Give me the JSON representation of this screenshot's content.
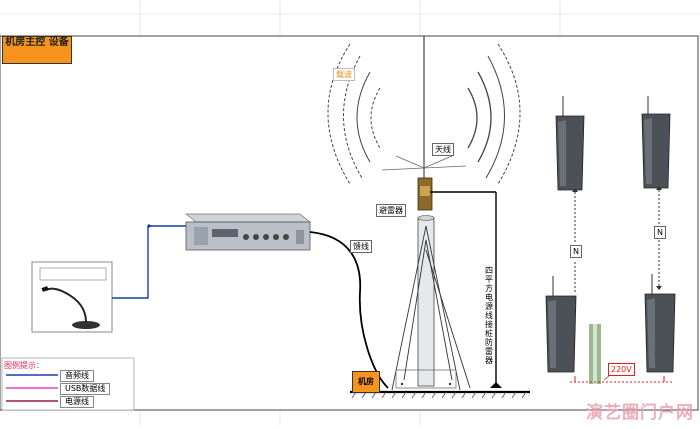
{
  "labels": {
    "machine_room_equipment": "机房主控 设备",
    "signal_waves": "载波",
    "antenna": "天线",
    "lightning_arrester": "避雷器",
    "feeder": "馈线",
    "quad_cable_note": [
      "四",
      "平",
      "方",
      "电",
      "源",
      "线",
      "接",
      "桩",
      "防",
      "雷",
      "器"
    ],
    "machine_room": "机房",
    "speaker_n_top": "N",
    "speaker_n_right": "N",
    "voltage_tag": "220V"
  },
  "legend": {
    "title": "图例提示：",
    "items": [
      {
        "label": "音频线",
        "color": "#1a3fa8"
      },
      {
        "label": "USB数据线",
        "color": "#e83ad6"
      },
      {
        "label": "电源线",
        "color": "#9a1a3a"
      }
    ]
  },
  "watermark": "演艺圈门户网",
  "colors": {
    "accent_orange": "#f7941d",
    "audio_line": "#1a3fa8",
    "power_line": "#e02020"
  }
}
